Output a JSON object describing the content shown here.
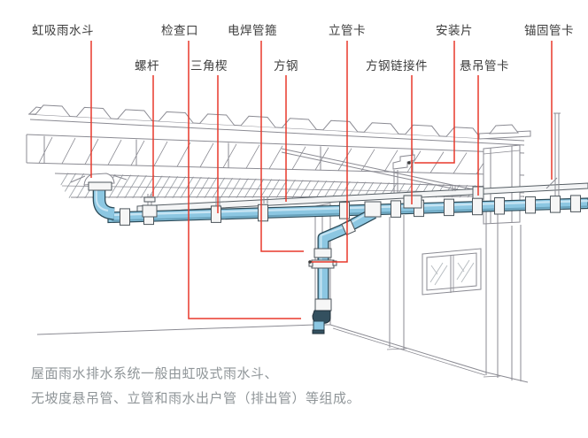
{
  "labels": [
    {
      "id": "siphon-rain-hopper",
      "text": "虹吸雨水斗"
    },
    {
      "id": "inspection-port",
      "text": "检查口"
    },
    {
      "id": "welded-pipe-clamp",
      "text": "电焊管箍"
    },
    {
      "id": "riser-clamp",
      "text": "立管卡"
    },
    {
      "id": "mounting-plate",
      "text": "安装片"
    },
    {
      "id": "anchor-pipe-clamp",
      "text": "锚固管卡"
    },
    {
      "id": "screw-rod",
      "text": "螺杆"
    },
    {
      "id": "triangle-wedge",
      "text": "三角楔"
    },
    {
      "id": "square-steel",
      "text": "方钢"
    },
    {
      "id": "square-steel-connector",
      "text": "方钢链接件"
    },
    {
      "id": "suspended-pipe-clamp",
      "text": "悬吊管卡"
    }
  ],
  "caption": {
    "line1": "屋面雨水排水系统一般由虹吸式雨水斗、",
    "line2": "无坡度悬吊管、立管和雨水出户管（排出管）等组成。"
  },
  "colors": {
    "leader_red": "#e8392b",
    "pipe_blue": "#8cc7e2",
    "pipe_outline": "#2b4a58",
    "line_gray": "#8b8b93",
    "label_text": "#3d3d3d",
    "caption_text": "#8f9598"
  }
}
